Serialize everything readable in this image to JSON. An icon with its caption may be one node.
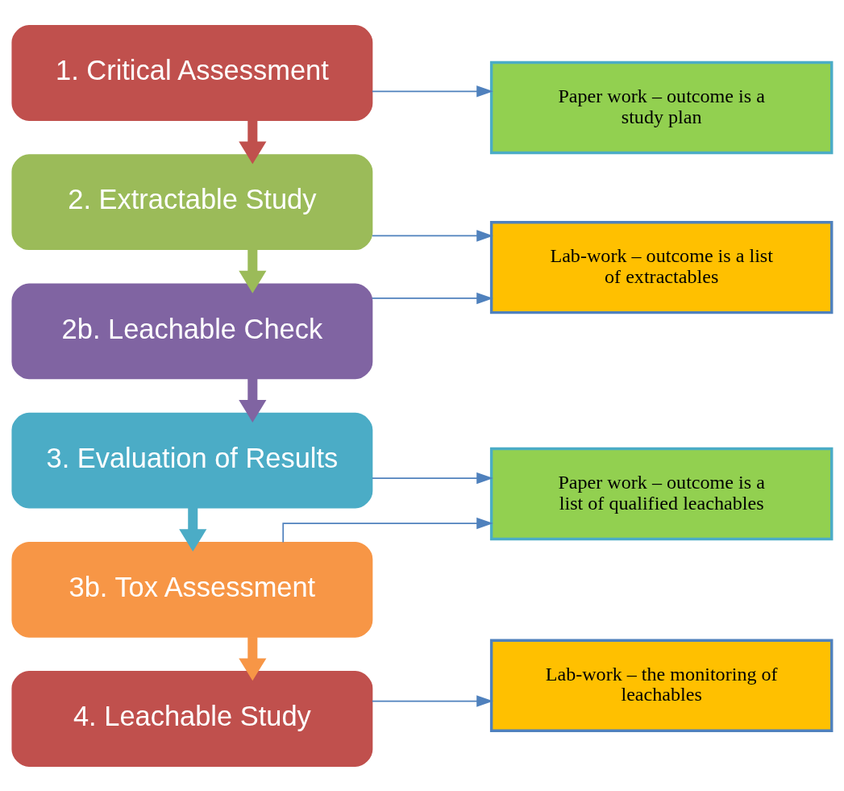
{
  "diagram": {
    "nodes": [
      {
        "text": [
          "1. Critical Assessment"
        ]
      },
      {
        "text": [
          "2. Extractable Study"
        ]
      },
      {
        "text": [
          "2b. Leachable Check"
        ]
      },
      {
        "text": [
          "3. Evaluation of Results"
        ]
      },
      {
        "text": [
          "3b. Tox Assessment"
        ]
      },
      {
        "text": [
          "4. Leachable Study"
        ]
      },
      {
        "text": [
          "Paper work – outcome is a study plan"
        ]
      },
      {
        "text": [
          "Lab-work – outcome is a list of extractables"
        ]
      },
      {
        "text": [
          "Paper work – outcome is a list of qualified leachables"
        ]
      },
      {
        "text": [
          "Lab-work – the monitoring of leachables"
        ]
      }
    ],
    "edges": [
      {
        "from": 0,
        "to": 1,
        "arrow": "to",
        "style": "thick",
        "color": "#c0504d"
      },
      {
        "from": 1,
        "to": 2,
        "arrow": "to",
        "style": "thick",
        "color": "#9bbb59"
      },
      {
        "from": 2,
        "to": 3,
        "arrow": "to",
        "style": "thick",
        "color": "#8064a2"
      },
      {
        "from": 3,
        "to": 4,
        "arrow": "to",
        "style": "thick",
        "color": "#4bacc6"
      },
      {
        "from": 4,
        "to": 5,
        "arrow": "to",
        "style": "thick",
        "color": "#f79646"
      },
      {
        "from": 0,
        "to": 6,
        "arrow": "to"
      },
      {
        "from": 1,
        "to": 7,
        "arrow": "to"
      },
      {
        "from": 2,
        "to": 7,
        "arrow": "to"
      },
      {
        "from": 3,
        "to": 8,
        "arrow": "to"
      },
      {
        "from": 4,
        "to": 8,
        "arrow": "to"
      },
      {
        "from": 5,
        "to": 9,
        "arrow": "to"
      }
    ]
  }
}
